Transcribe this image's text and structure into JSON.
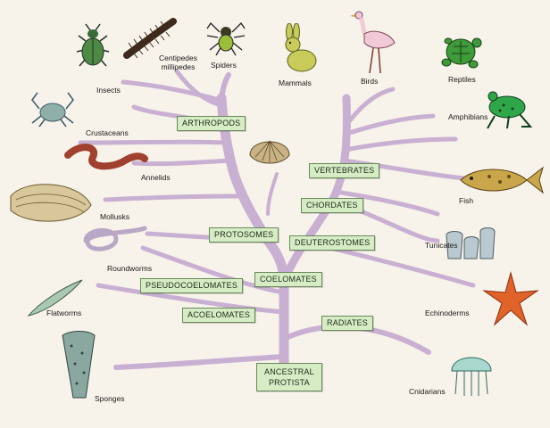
{
  "groups": {
    "arthropods": "ARTHROPODS",
    "vertebrates": "VERTEBRATES",
    "chordates": "CHORDATES",
    "protosomes": "PROTOSOMES",
    "deuterostomes": "DEUTEROSTOMES",
    "pseudocoelomates": "PSEUDOCOELOMATES",
    "coelomates": "COELOMATES",
    "acoelomates": "ACOELOMATES",
    "radiates": "RADIATES",
    "ancestral_line1": "ANCESTRAL",
    "ancestral_line2": "PROTISTA"
  },
  "animals": {
    "insects": "Insects",
    "centipedes_line1": "Centipedes",
    "centipedes_line2": "millipedes",
    "spiders": "Spiders",
    "mammals": "Mammals",
    "birds": "Birds",
    "reptiles": "Reptiles",
    "amphibians": "Amphibians",
    "crustaceans": "Crustaceans",
    "annelids": "Annelids",
    "mollusks": "Mollusks",
    "fish": "Fish",
    "tunicates": "Tunicates",
    "roundworms": "Roundworms",
    "flatworms": "Flatworms",
    "echinoderms": "Echinoderms",
    "sponges": "Sponges",
    "cnidarians": "Cnidarians"
  },
  "colors": {
    "branch": "#c9b0d3",
    "branch_edge": "#a98fb6",
    "box_fill": "#d6ecc5",
    "background": "#f7f2ea"
  }
}
